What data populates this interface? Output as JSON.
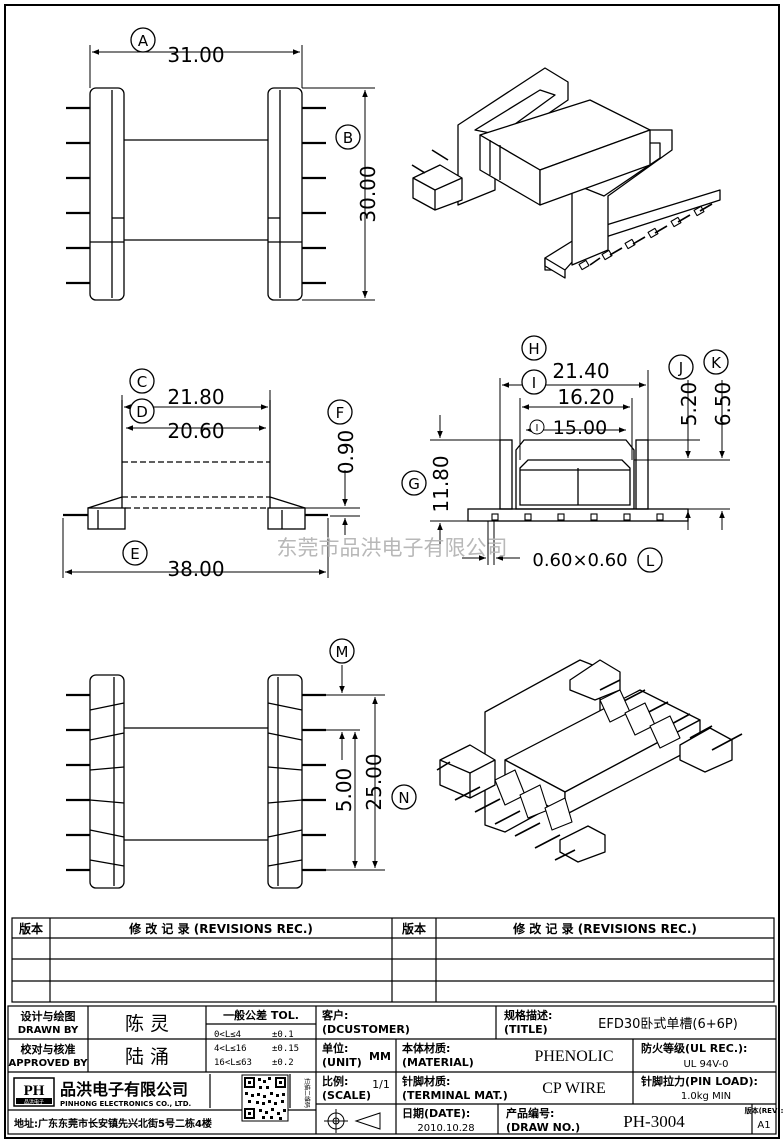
{
  "dimensions": {
    "a_width": "31.00",
    "b_height": "30.00",
    "c_width": "21.80",
    "d_width": "20.60",
    "f_height": "0.90",
    "e_width": "38.00",
    "h_width": "21.40",
    "i_width": "16.20",
    "i_inner": "15.00",
    "j_height": "5.20",
    "k_height": "6.50",
    "g_height": "11.80",
    "l_size": "0.60×0.60",
    "m_gap": "5.00",
    "n_height": "25.00"
  },
  "callouts": {
    "a": "A",
    "b": "B",
    "c": "C",
    "d": "D",
    "e": "E",
    "f": "F",
    "g": "G",
    "h": "H",
    "i": "I",
    "i_inline": "I",
    "j": "J",
    "k": "K",
    "l": "L",
    "m": "M",
    "n": "N"
  },
  "watermark": "东莞市品洪电子有限公司",
  "revisions": {
    "col_version": "版本",
    "col_record": "修 改 记 录 (REVISIONS REC.)",
    "col_version_2": "版本",
    "col_record_2": "修 改 记 录 (REVISIONS REC.)"
  },
  "title_block": {
    "drawn_by_label_cn": "设计与绘图",
    "drawn_by_label_en": "DRAWN BY",
    "drawn_by": "陈 灵",
    "approved_label_cn": "校对与核准",
    "approved_label_en": "APPROVED BY",
    "approved_by": "陆 涌",
    "tol_title": "一般公差 TOL.",
    "tol_rows": [
      {
        "range": "0<L≤4",
        "value": "±0.1"
      },
      {
        "range": "4<L≤16",
        "value": "±0.15"
      },
      {
        "range": "16<L≤63",
        "value": "±0.2"
      }
    ],
    "customer_label_cn": "客户:",
    "customer_label_en": "(DCUSTOMER)",
    "title_label_cn": "规格描述:",
    "title_label_en": "(TITLE)",
    "title_value": "EFD30卧式单槽(6+6P)",
    "unit_label_cn": "单位:",
    "unit_label_en": "(UNIT)",
    "unit_value": "MM",
    "material_label_cn": "本体材质:",
    "material_label_en": "(MATERIAL)",
    "material_value": "PHENOLIC",
    "ul_label": "防火等级(UL REC.):",
    "ul_value": "UL 94V-0",
    "scale_label_cn": "比例:",
    "scale_label_en": "(SCALE)",
    "scale_value": "1/1",
    "terminal_label_cn": "针脚材质:",
    "terminal_label_en": "(TERMINAL MAT.)",
    "terminal_value": "CP WIRE",
    "pinload_label": "针脚拉力(PIN LOAD):",
    "pinload_value": "1.0kg MIN",
    "date_label_cn": "日期(DATE):",
    "date_value": "2010.10.28",
    "drawno_label_cn": "产品编号:",
    "drawno_label_en": "(DRAW NO.)",
    "drawno_value": "PH-3004",
    "rev_label": "版本(REV):",
    "rev_value": "A1",
    "company_cn": "品洪电子有限公司",
    "company_en": "PINHONG ELECTRONICS CO., LTD.",
    "logo_text": "PH",
    "logo_sub": "品洪电子",
    "qr_caption": "扫描二维码",
    "address": "地址:广东东莞市长安镇先兴北街5号二栋4楼"
  }
}
